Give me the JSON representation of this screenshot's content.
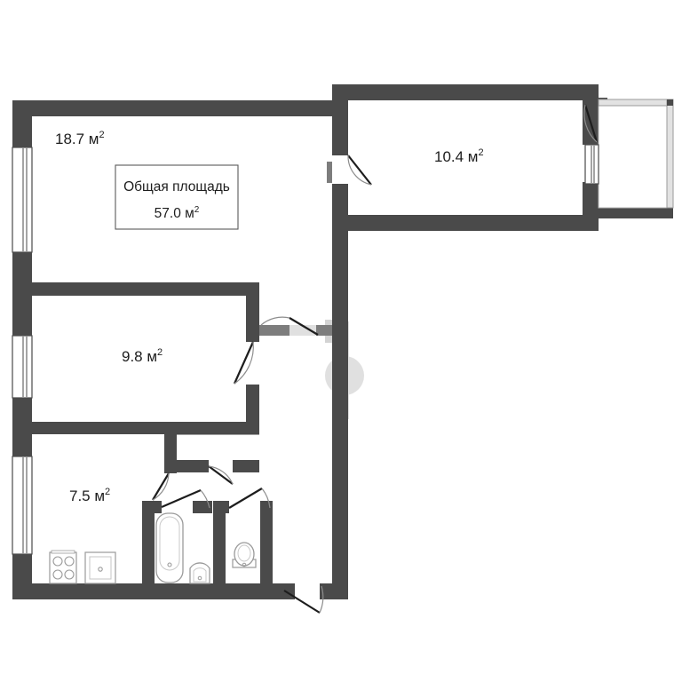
{
  "plan": {
    "type": "apartment-floor-plan",
    "language": "ru",
    "unit_suffix": "м",
    "unit_exponent": "2",
    "total_area": {
      "caption": "Общая площадь",
      "value": "57.0 м",
      "value_number": "57.0",
      "exponent": "2"
    },
    "rooms": [
      {
        "id": "living-room",
        "label": "18.7 м",
        "value_number": "18.7",
        "exponent": "2",
        "position": "top-left"
      },
      {
        "id": "bedroom",
        "label": "9.8 м",
        "value_number": "9.8",
        "exponent": "2",
        "position": "middle-left"
      },
      {
        "id": "kitchen",
        "label": "7.5 м",
        "value_number": "7.5",
        "exponent": "2",
        "position": "bottom-left"
      },
      {
        "id": "second-room",
        "label": "10.4 м",
        "value_number": "10.4",
        "exponent": "2",
        "position": "top-right"
      }
    ],
    "fixtures": [
      {
        "id": "stove",
        "name": "stove-icon",
        "room": "kitchen"
      },
      {
        "id": "kitchen-sink",
        "name": "sink-icon",
        "room": "kitchen"
      },
      {
        "id": "bathtub",
        "name": "bathtub-icon",
        "room": "bathroom"
      },
      {
        "id": "washbasin",
        "name": "washbasin-icon",
        "room": "bathroom"
      },
      {
        "id": "toilet",
        "name": "toilet-icon",
        "room": "wc"
      }
    ],
    "features": {
      "balcony": "balcony",
      "windows_count": "3",
      "entrance_door": "entrance-door"
    },
    "colors": {
      "wall": "#4a4a4a",
      "wall_light": "#7d7d7d",
      "floor": "#ffffff",
      "text": "#1d1d1d",
      "fixture_stroke": "#9a9a9a",
      "balcony_rail": "#b4b4b4",
      "watermark": "#b9b9b9"
    }
  }
}
